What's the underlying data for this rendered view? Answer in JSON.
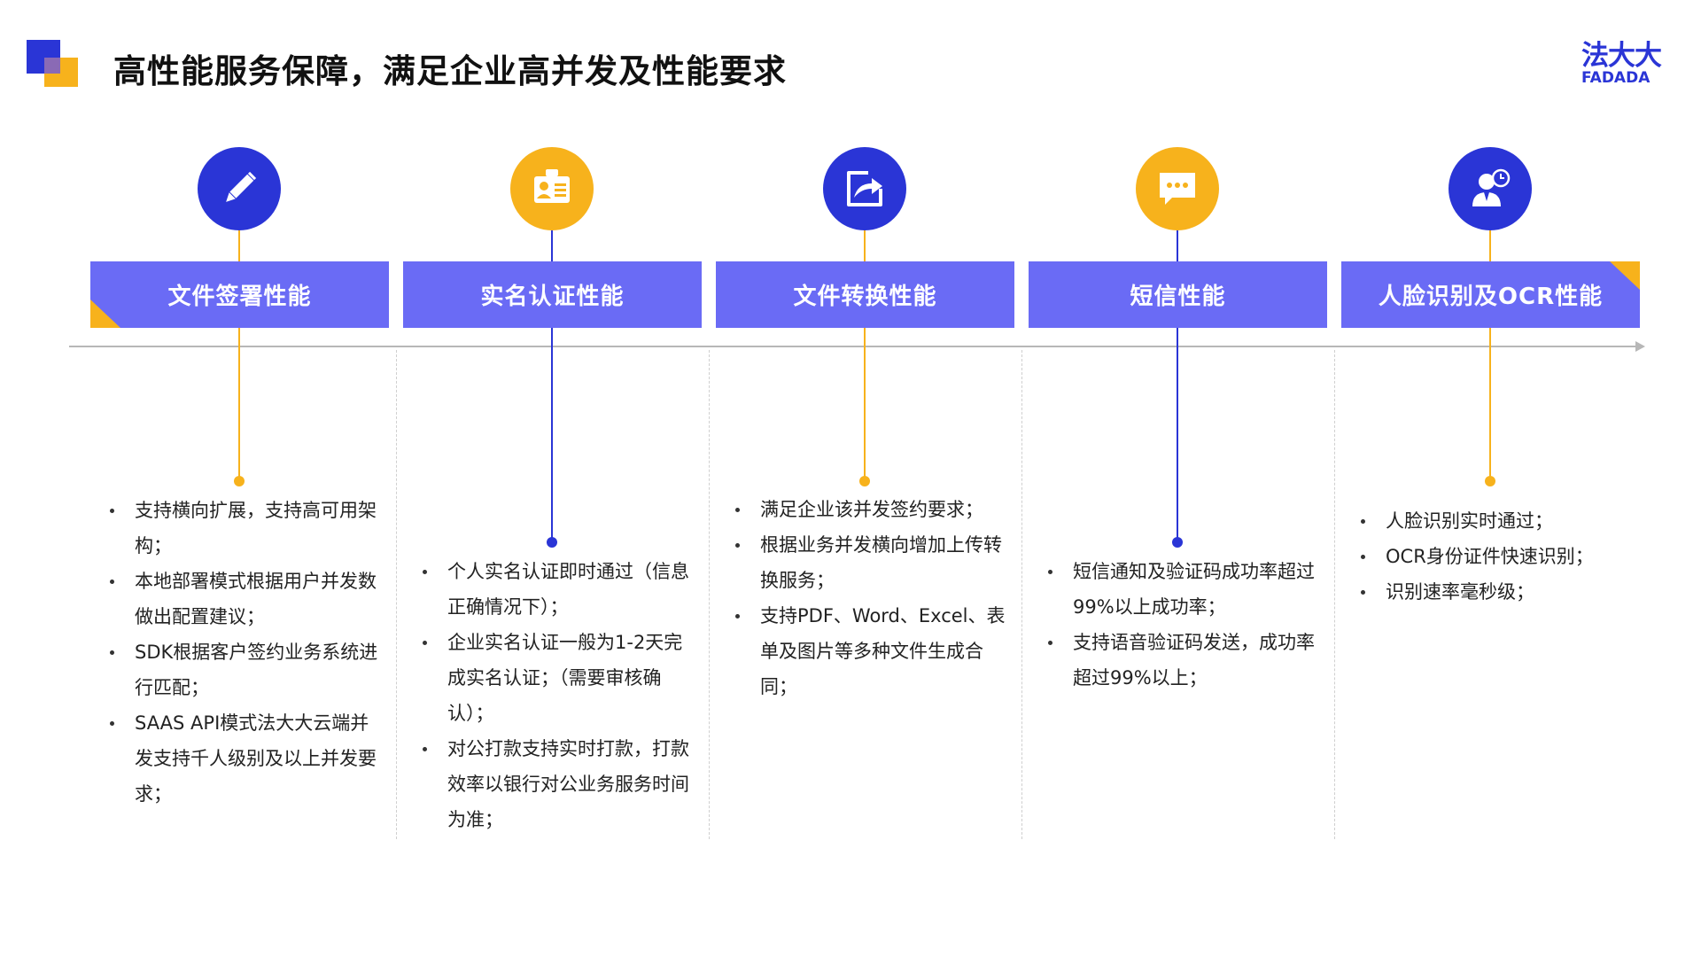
{
  "page": {
    "title": "高性能服务保障，满足企业高并发及性能要求"
  },
  "logo": {
    "cn": "法大大",
    "en": "FADADA"
  },
  "colors": {
    "blue": "#2a35d6",
    "orange": "#f7b21c",
    "header": "#6a6bf5",
    "axis": "#b7b7b7"
  },
  "columns": [
    {
      "title": "文件签署性能",
      "icon": "pencil-icon",
      "accent": "#f7b21c",
      "bullets": [
        "支持横向扩展，支持高可用架构；",
        "本地部署模式根据用户并发数做出配置建议；",
        "SDK根据客户签约业务系统进行匹配；",
        "SAAS API模式法大大云端并发支持千人级别及以上并发要求；"
      ]
    },
    {
      "title": "实名认证性能",
      "icon": "id-card-icon",
      "accent": "#2a35d6",
      "bullets": [
        "个人实名认证即时通过（信息正确情况下）；",
        "企业实名认证一般为1-2天完成实名认证；（需要审核确认）；",
        "对公打款支持实时打款，打款效率以银行对公业务服务时间为准；"
      ]
    },
    {
      "title": "文件转换性能",
      "icon": "share-export-icon",
      "accent": "#f7b21c",
      "bullets": [
        "满足企业该并发签约要求；",
        "根据业务并发横向增加上传转换服务；",
        "支持PDF、Word、Excel、表单及图片等多种文件生成合同；"
      ]
    },
    {
      "title": "短信性能",
      "icon": "chat-bubble-icon",
      "accent": "#2a35d6",
      "bullets": [
        "短信通知及验证码成功率超过99%以上成功率；",
        "支持语音验证码发送，成功率超过99%以上；"
      ]
    },
    {
      "title": "人脸识别及OCR性能",
      "icon": "face-clock-icon",
      "accent": "#f7b21c",
      "bullets": [
        "人脸识别实时通过；",
        "OCR身份证件快速识别；",
        "识别速率毫秒级；"
      ]
    }
  ]
}
